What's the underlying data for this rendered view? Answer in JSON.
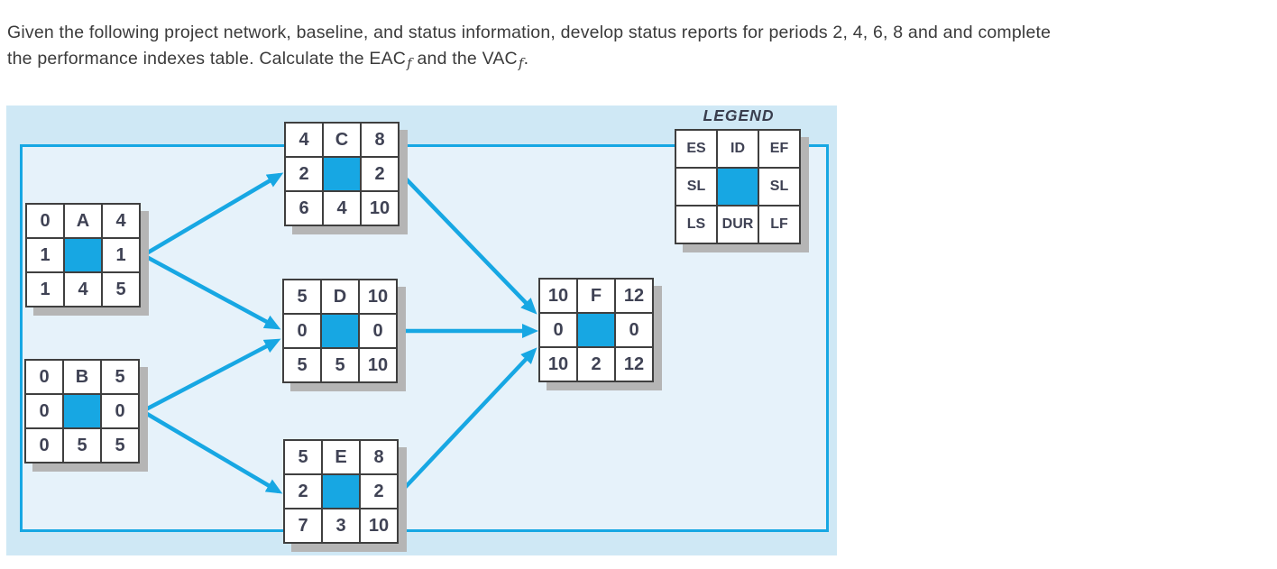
{
  "instructions": {
    "line1": "Given the following project network, baseline, and status information, develop status reports for periods 2, 4, 6, 8 and and complete",
    "line2_prefix": "the performance indexes table. Calculate the EAC",
    "line2_sub1": "f",
    "line2_mid": " and the VAC",
    "line2_sub2": "f",
    "line2_suffix": "."
  },
  "diagram": {
    "legend": {
      "title": "LEGEND",
      "cells": {
        "es": "ES",
        "id": "ID",
        "ef": "EF",
        "sl_left": "SL",
        "sl_right": "SL",
        "ls": "LS",
        "dur": "DUR",
        "lf": "LF"
      }
    },
    "nodes": [
      {
        "id": "A",
        "es": "0",
        "ef": "4",
        "sl_left": "1",
        "sl_right": "1",
        "ls": "1",
        "dur": "4",
        "lf": "5"
      },
      {
        "id": "B",
        "es": "0",
        "ef": "5",
        "sl_left": "0",
        "sl_right": "0",
        "ls": "0",
        "dur": "5",
        "lf": "5"
      },
      {
        "id": "C",
        "es": "4",
        "ef": "8",
        "sl_left": "2",
        "sl_right": "2",
        "ls": "6",
        "dur": "4",
        "lf": "10"
      },
      {
        "id": "D",
        "es": "5",
        "ef": "10",
        "sl_left": "0",
        "sl_right": "0",
        "ls": "5",
        "dur": "5",
        "lf": "10"
      },
      {
        "id": "E",
        "es": "5",
        "ef": "8",
        "sl_left": "2",
        "sl_right": "2",
        "ls": "7",
        "dur": "3",
        "lf": "10"
      },
      {
        "id": "F",
        "es": "10",
        "ef": "12",
        "sl_left": "0",
        "sl_right": "0",
        "ls": "10",
        "dur": "2",
        "lf": "12"
      }
    ],
    "edges": [
      {
        "from": "A",
        "to": "C"
      },
      {
        "from": "A",
        "to": "D"
      },
      {
        "from": "B",
        "to": "D"
      },
      {
        "from": "B",
        "to": "E"
      },
      {
        "from": "C",
        "to": "F"
      },
      {
        "from": "D",
        "to": "F"
      },
      {
        "from": "E",
        "to": "F"
      }
    ],
    "colors": {
      "accent_cyan": "#17a7e3",
      "panel_bg": "#cfe8f5",
      "panel_inner_bg": "#e6f2fa",
      "node_center_fill": "#17a7e3",
      "node_border": "#3f3f3f",
      "node_text": "#3f4254",
      "shadow_gray": "#b5b5b5",
      "instruction_text": "#3b3b3b"
    }
  }
}
